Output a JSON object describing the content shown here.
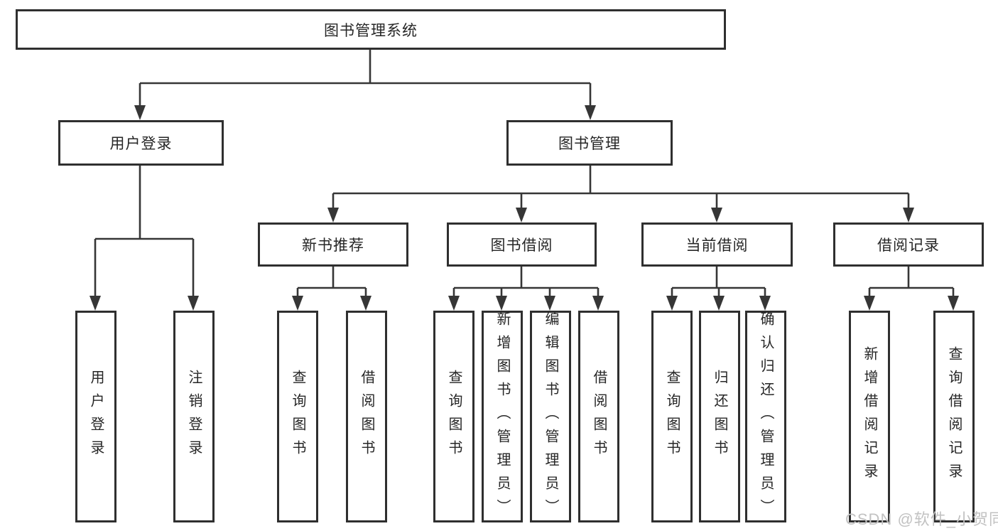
{
  "root": {
    "label": "图书管理系统"
  },
  "user_branch": {
    "label": "用户登录",
    "children": [
      {
        "label": "用户登录"
      },
      {
        "label": "注销登录"
      }
    ]
  },
  "mgmt_branch": {
    "label": "图书管理",
    "sections": [
      {
        "label": "新书推荐",
        "children": [
          {
            "label": "查询图书"
          },
          {
            "label": "借阅图书"
          }
        ]
      },
      {
        "label": "图书借阅",
        "children": [
          {
            "label": "查询图书"
          },
          {
            "label": "新增图书（管理员）"
          },
          {
            "label": "编辑图书（管理员）"
          },
          {
            "label": "借阅图书"
          }
        ]
      },
      {
        "label": "当前借阅",
        "children": [
          {
            "label": "查询图书"
          },
          {
            "label": "归还图书"
          },
          {
            "label": "确认归还（管理员）"
          }
        ]
      },
      {
        "label": "借阅记录",
        "children": [
          {
            "label": "新增借阅记录"
          },
          {
            "label": "查询借阅记录"
          }
        ]
      }
    ]
  },
  "watermark": "CSDN @软件_小贺同学",
  "colors": {
    "line": "#363636",
    "box_border": "#2f2f2f",
    "text": "#262626",
    "watermark": "#c2c2c2",
    "background": "#ffffff"
  }
}
